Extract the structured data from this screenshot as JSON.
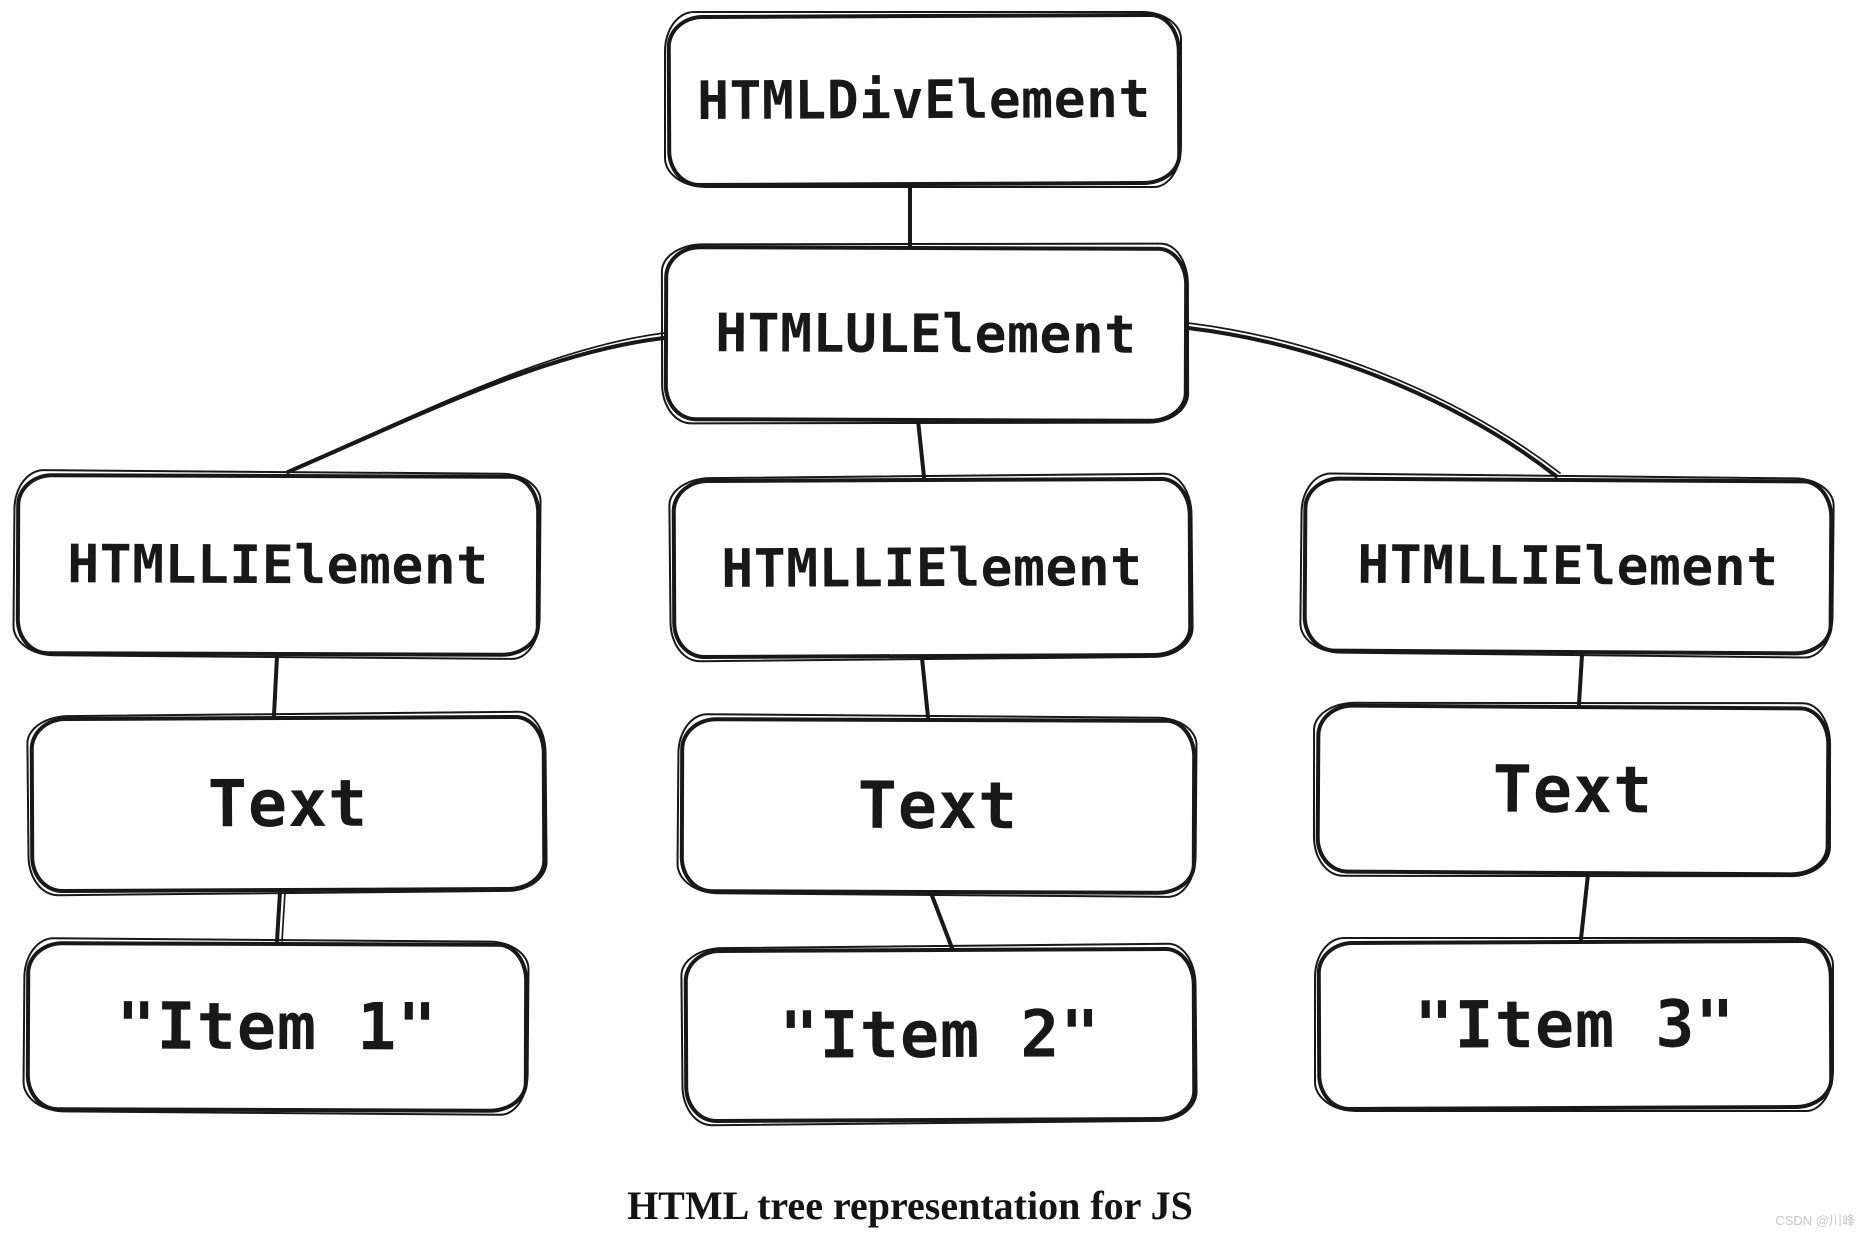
{
  "page": {
    "background": "#ffffff",
    "caption": "HTML tree representation for JS",
    "watermark": "CSDN @川峰"
  },
  "colors": {
    "stroke": "#181818",
    "node_fill": "#ffffff",
    "node_text": "#181818",
    "caption_text": "#141414",
    "watermark_text": "#c9c9c9"
  },
  "tree": {
    "nodes": [
      {
        "id": "div",
        "label": "HTMLDivElement"
      },
      {
        "id": "ul",
        "label": "HTMLULElement"
      },
      {
        "id": "li1",
        "label": "HTMLLIElement"
      },
      {
        "id": "li2",
        "label": "HTMLLIElement"
      },
      {
        "id": "li3",
        "label": "HTMLLIElement"
      },
      {
        "id": "text1",
        "label": "Text"
      },
      {
        "id": "text2",
        "label": "Text"
      },
      {
        "id": "text3",
        "label": "Text"
      },
      {
        "id": "item1",
        "label": "\"Item 1\""
      },
      {
        "id": "item2",
        "label": "\"Item 2\""
      },
      {
        "id": "item3",
        "label": "\"Item 3\""
      }
    ],
    "edges": [
      {
        "from": "div",
        "to": "ul"
      },
      {
        "from": "ul",
        "to": "li1"
      },
      {
        "from": "ul",
        "to": "li2"
      },
      {
        "from": "ul",
        "to": "li3"
      },
      {
        "from": "li1",
        "to": "text1"
      },
      {
        "from": "li2",
        "to": "text2"
      },
      {
        "from": "li3",
        "to": "text3"
      },
      {
        "from": "text1",
        "to": "item1"
      },
      {
        "from": "text2",
        "to": "item2"
      },
      {
        "from": "text3",
        "to": "item3"
      }
    ]
  }
}
